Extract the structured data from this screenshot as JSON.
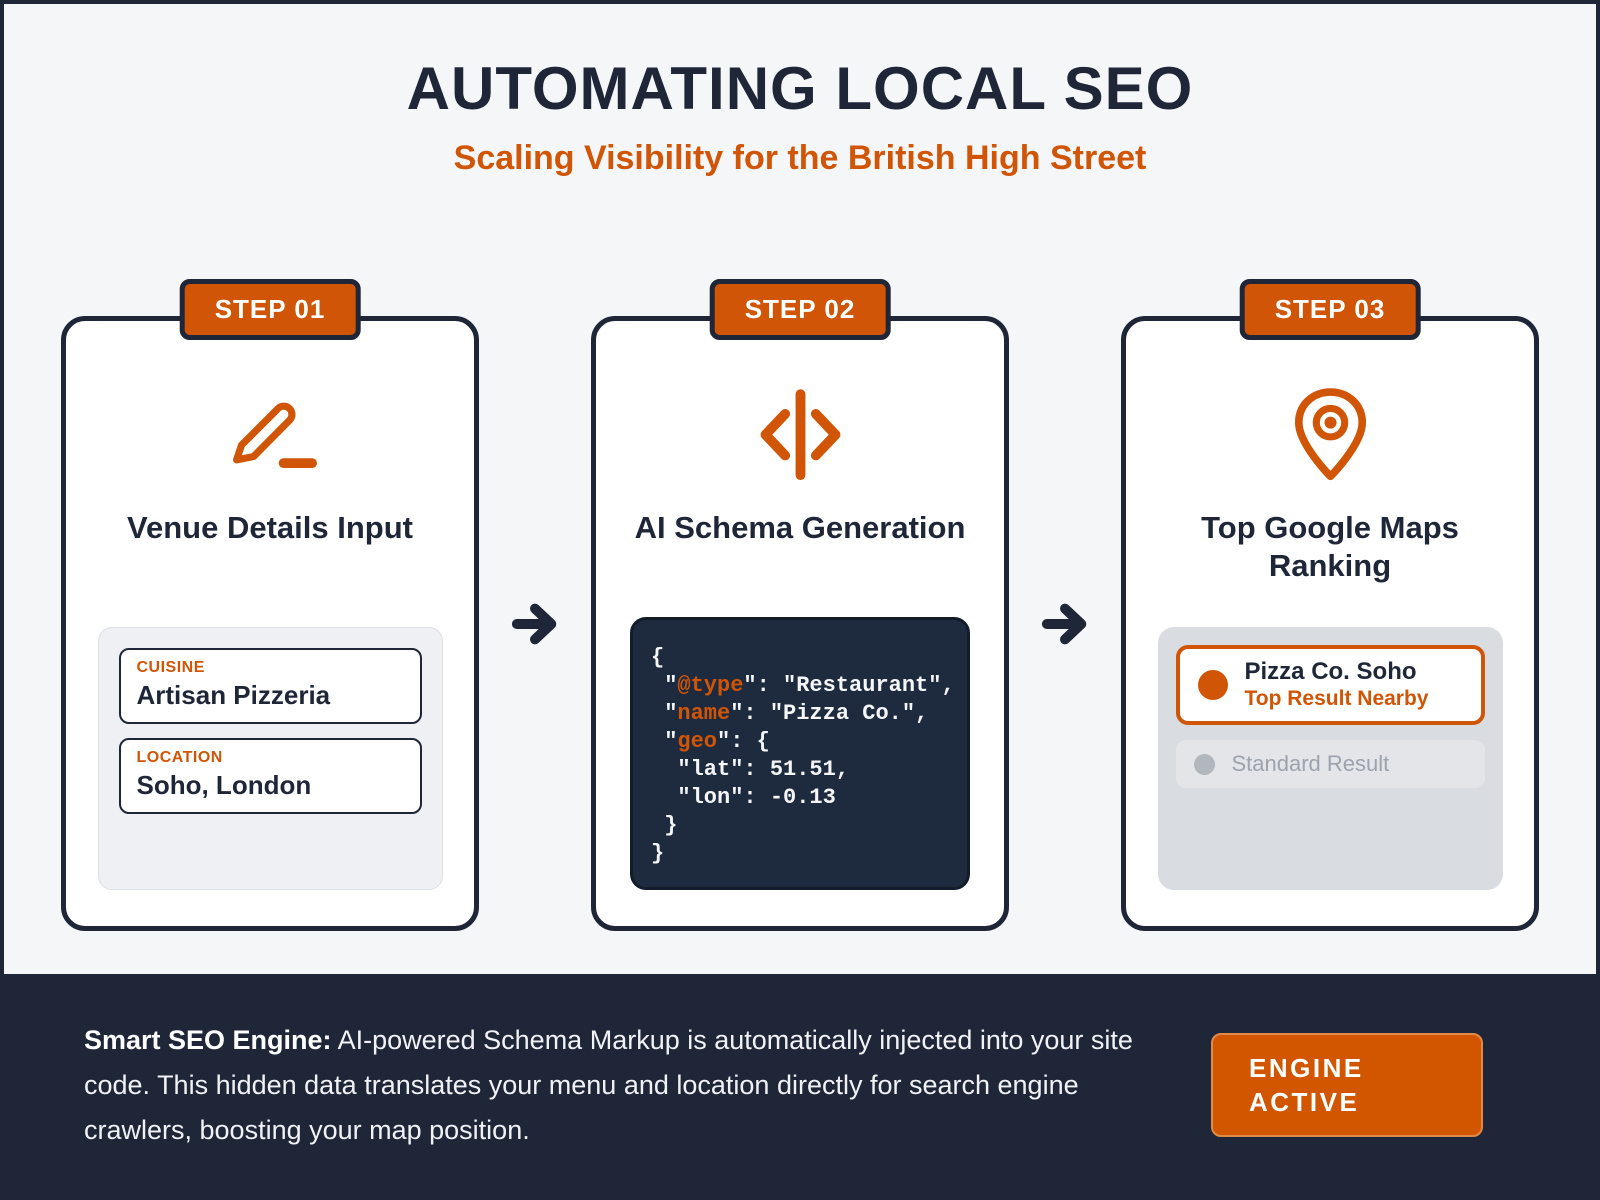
{
  "colors": {
    "accent": "#D05506",
    "navy": "#1E2638",
    "page_bg": "#F5F6F8",
    "code_bg": "#1E2B3E"
  },
  "header": {
    "title": "AUTOMATING LOCAL SEO",
    "subtitle": "Scaling Visibility for the British High Street"
  },
  "steps": [
    {
      "badge": "STEP 01",
      "title": "Venue Details Input",
      "icon": "pencil-icon",
      "fields": [
        {
          "label": "CUISINE",
          "value": "Artisan Pizzeria"
        },
        {
          "label": "LOCATION",
          "value": "Soho, London"
        }
      ]
    },
    {
      "badge": "STEP 02",
      "title": "AI Schema Generation",
      "icon": "code-icon",
      "code_lines": [
        [
          {
            "t": "{"
          }
        ],
        [
          {
            "t": " \""
          },
          {
            "t": "@type",
            "k": true
          },
          {
            "t": "\": \"Restaurant\","
          }
        ],
        [
          {
            "t": " \""
          },
          {
            "t": "name",
            "k": true
          },
          {
            "t": "\": \"Pizza Co.\","
          }
        ],
        [
          {
            "t": " \""
          },
          {
            "t": "geo",
            "k": true
          },
          {
            "t": "\": {"
          }
        ],
        [
          {
            "t": "  \"lat\": 51.51,"
          }
        ],
        [
          {
            "t": "  \"lon\": -0.13"
          }
        ],
        [
          {
            "t": " }"
          }
        ],
        [
          {
            "t": "}"
          }
        ]
      ]
    },
    {
      "badge": "STEP 03",
      "title": "Top Google Maps Ranking",
      "icon": "map-pin-icon",
      "results": {
        "top": {
          "name": "Pizza Co. Soho",
          "sub": "Top Result Nearby"
        },
        "standard": {
          "name": "Standard Result"
        }
      }
    }
  ],
  "footer": {
    "lead": "Smart SEO Engine:",
    "body": " AI-powered Schema Markup is automatically injected into your site code. This hidden data translates your menu and location directly for search engine crawlers, boosting your map position.",
    "button_label": "ENGINE ACTIVE"
  }
}
